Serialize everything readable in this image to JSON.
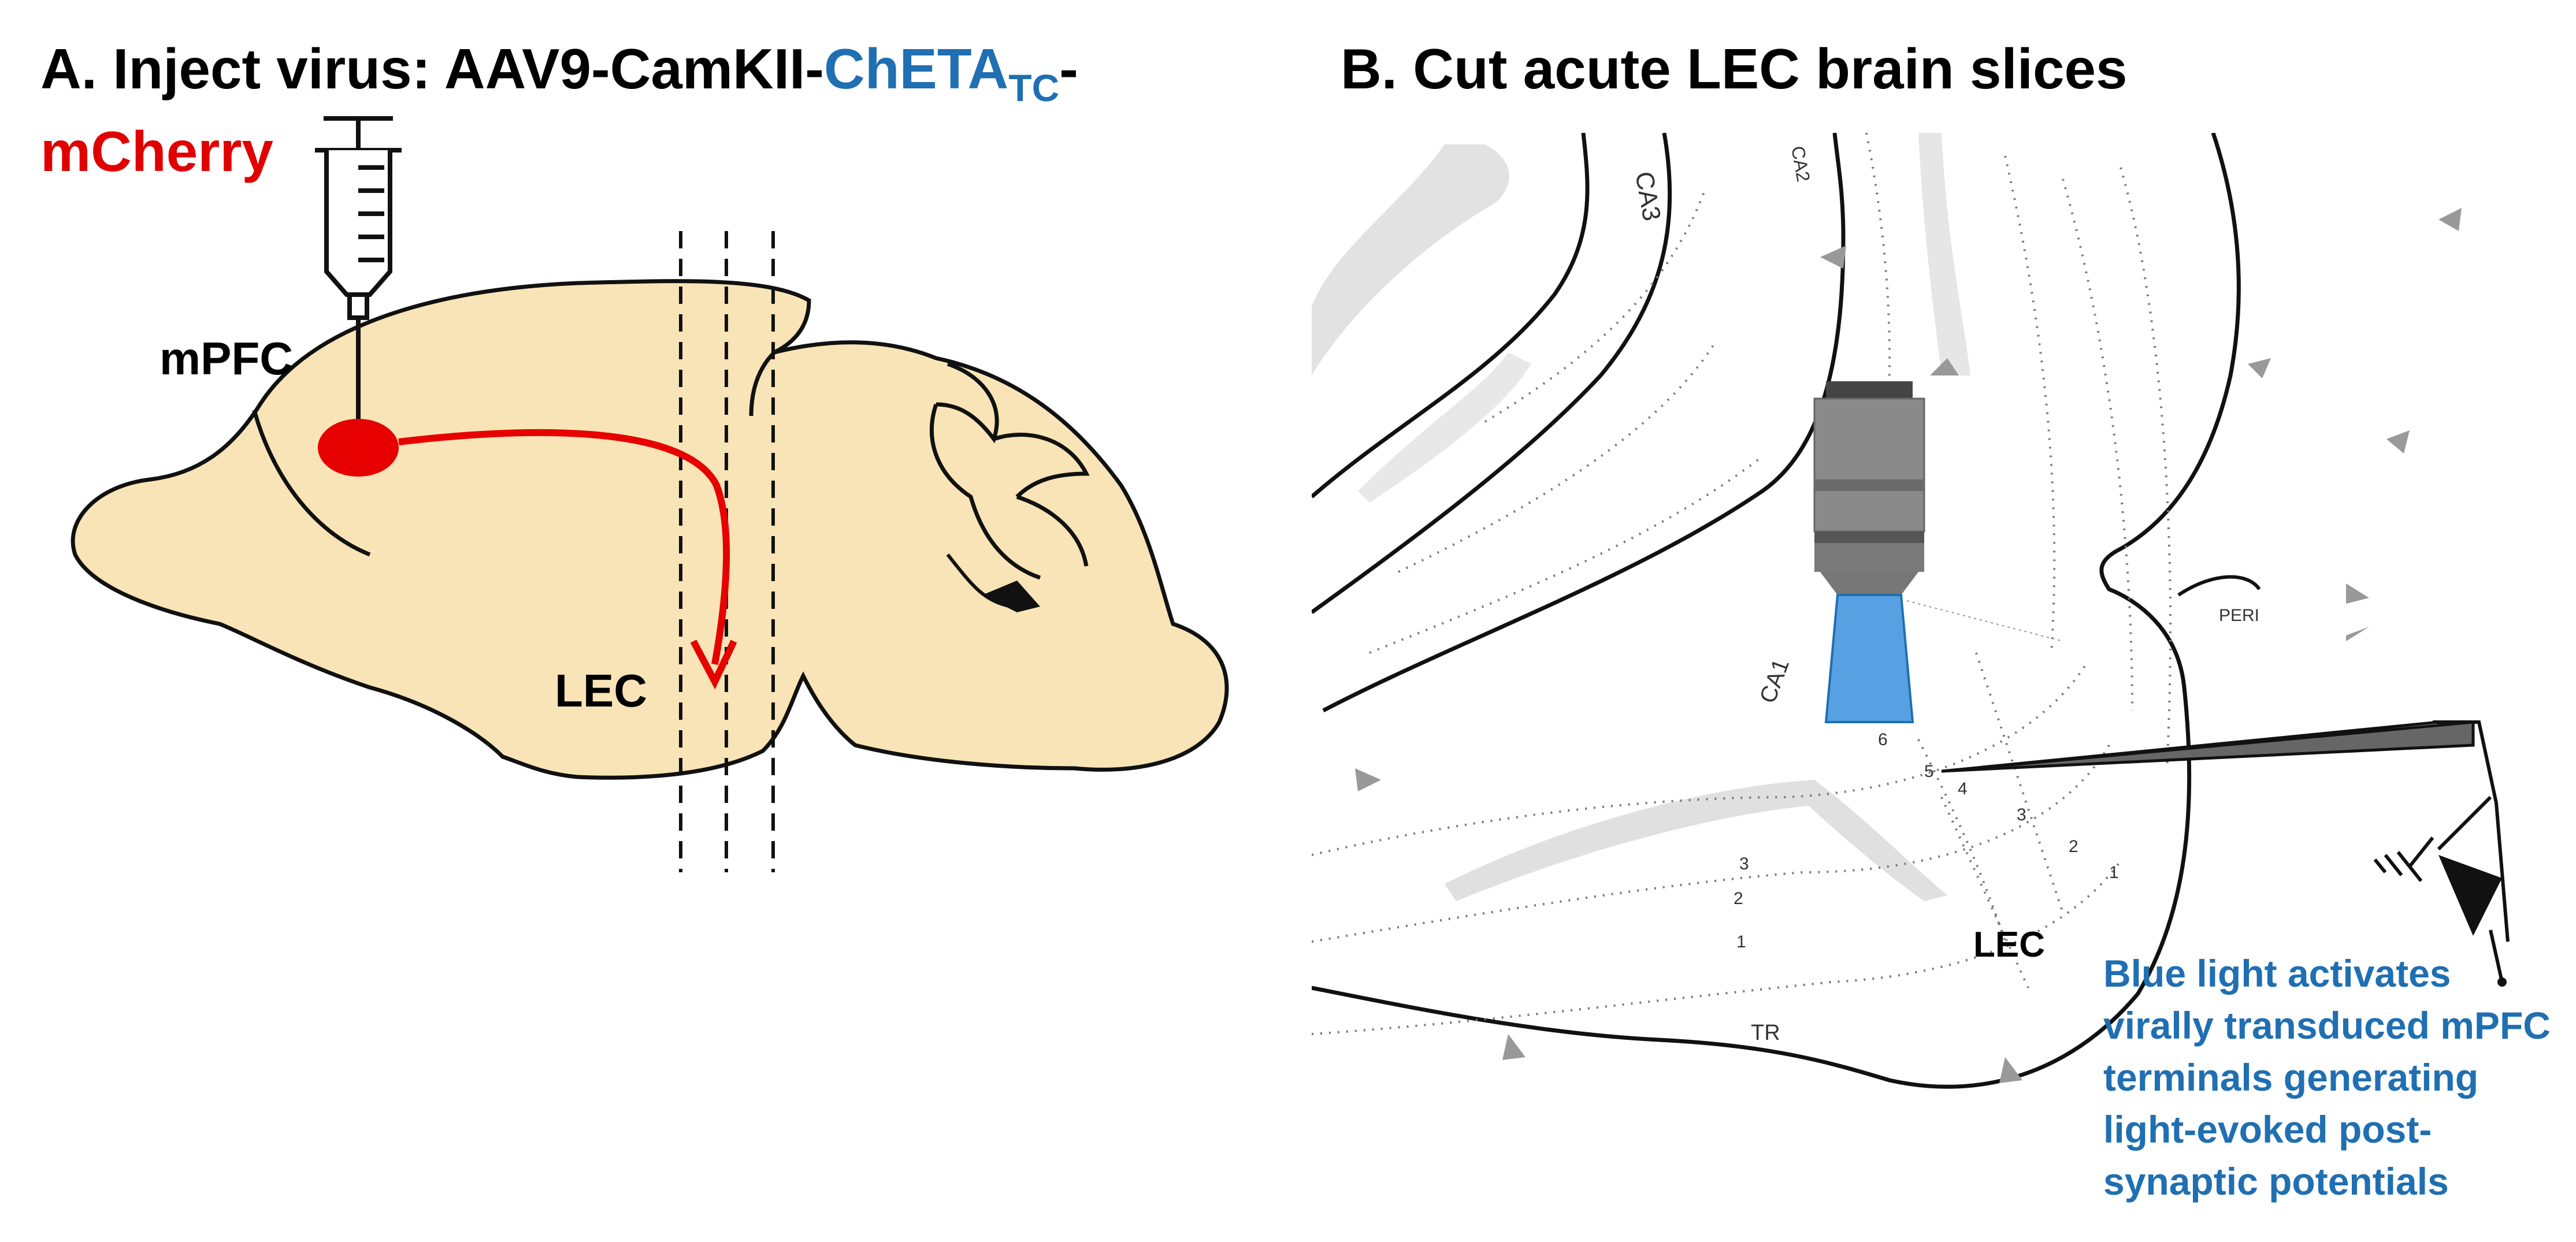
{
  "panel_a": {
    "title_prefix": "A. Inject virus: AAV9-CamKII-",
    "title_blue": "ChETA",
    "title_sub": "TC",
    "title_suffix": "-",
    "title_line2": "mCherry",
    "label_mpfc": "mPFC",
    "label_lec": "LEC"
  },
  "panel_b": {
    "title": "B. Cut acute LEC brain slices",
    "atlas_labels": {
      "ca3": "CA3",
      "ca2": "CA2",
      "ca1": "CA1",
      "peri": "PERI",
      "tr": "TR",
      "layer_6": "6",
      "layer_5": "5",
      "layer_4": "4",
      "layer_3a": "3",
      "layer_2a": "2",
      "layer_1a": "1",
      "layer_3b": "3",
      "layer_2b": "2",
      "layer_1b": "1"
    },
    "label_lec": "LEC",
    "caption_lines": [
      "Blue light activates",
      "virally transduced mPFC",
      "terminals generating",
      "light-evoked post-",
      "synaptic potentials"
    ]
  },
  "colors": {
    "brain_fill": "#f8e4b6",
    "injection_red": "#e60000",
    "text_blue": "#1f6fb2",
    "light_blue": "#3a8fdc",
    "objective_gray": "#8a8a8a"
  }
}
